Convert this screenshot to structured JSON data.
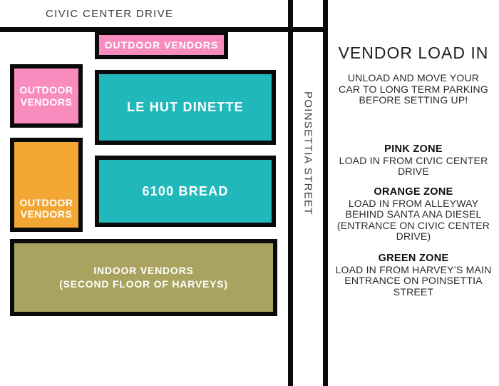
{
  "map": {
    "roads": {
      "civic_center_drive": "CIVIC CENTER DRIVE",
      "poinsettia_street": "POINSETTIA STREET"
    },
    "zones": {
      "outdoor_vendors_pink_top": "OUTDOOR VENDORS",
      "outdoor_vendors_pink_left": "OUTDOOR\nVENDORS",
      "le_hut_dinette": "LE HUT DINETTE",
      "outdoor_vendors_orange": "OUTDOOR\nVENDORS",
      "bread_6100": "6100 BREAD",
      "indoor_vendors": "INDOOR VENDORS\n(SECOND FLOOR OF HARVEYS)"
    }
  },
  "panel": {
    "title": "VENDOR LOAD IN",
    "intro": "UNLOAD AND MOVE YOUR\nCAR TO LONG TERM PARKING\nBEFORE SETTING UP!",
    "zones": [
      {
        "heading": "PINK ZONE",
        "body": "LOAD IN FROM CIVIC CENTER\nDRIVE"
      },
      {
        "heading": "ORANGE ZONE",
        "body": "LOAD IN FROM ALLEYWAY\nBEHIND SANTA ANA DIESEL\n(ENTRANCE ON CIVIC CENTER\nDRIVE)"
      },
      {
        "heading": "GREEN ZONE",
        "body": "LOAD IN FROM HARVEY’S MAIN\nENTRANCE ON POINSETTIA\nSTREET"
      }
    ]
  },
  "colors": {
    "pink": "#F88CBE",
    "teal": "#21B8BC",
    "orange": "#F2A735",
    "olive": "#A9A35F",
    "road_black": "#0A0A0A"
  }
}
